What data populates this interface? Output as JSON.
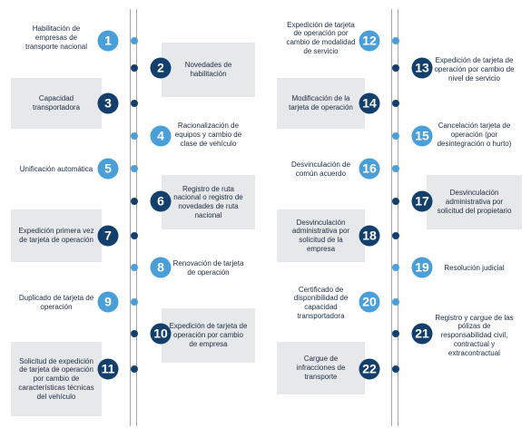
{
  "colors": {
    "light": "#4a9fd8",
    "dark": "#123f6b",
    "gray_box": "#e7e8ea",
    "line": "#a3a7ad"
  },
  "steps": [
    {
      "num": "1",
      "text": "Habilitación de empresas de transporte nacional",
      "tone": "light"
    },
    {
      "num": "2",
      "text": "Novedades de habilitación",
      "tone": "dark"
    },
    {
      "num": "3",
      "text": "Capacidad transportadora",
      "tone": "dark"
    },
    {
      "num": "4",
      "text": "Racionalización de equipos y cambio de clase de vehículo",
      "tone": "light"
    },
    {
      "num": "5",
      "text": "Unificación automática",
      "tone": "light"
    },
    {
      "num": "6",
      "text": "Registro de ruta nacional o registro de novedades de ruta nacional",
      "tone": "dark"
    },
    {
      "num": "7",
      "text": "Expedición primera vez de tarjeta de operación",
      "tone": "dark"
    },
    {
      "num": "8",
      "text": "Renovación de tarjeta de operación",
      "tone": "light"
    },
    {
      "num": "9",
      "text": "Duplicado de tarjeta de operación",
      "tone": "light"
    },
    {
      "num": "10",
      "text": "Expedición de tarjeta de operación por cambio de empresa",
      "tone": "dark"
    },
    {
      "num": "11",
      "text": "Solicitud de expedición de tarjeta de operación por cambio de características técnicas del vehículo",
      "tone": "dark"
    },
    {
      "num": "12",
      "text": "Expedición de tarjeta de operación por cambio de modalidad de servicio",
      "tone": "light"
    },
    {
      "num": "13",
      "text": "Expedición de tarjeta de operación por cambio de nivel de servicio",
      "tone": "dark"
    },
    {
      "num": "14",
      "text": "Modificación de la tarjeta de operación",
      "tone": "dark"
    },
    {
      "num": "15",
      "text": "Cancelación tarjeta de operación (por desintegración o hurto)",
      "tone": "light"
    },
    {
      "num": "16",
      "text": "Desvinculación de común acuerdo",
      "tone": "light"
    },
    {
      "num": "17",
      "text": "Desvinculación administrativa por solicitud del propietario",
      "tone": "dark"
    },
    {
      "num": "18",
      "text": "Desvinculación administrativa por solicitud de la empresa",
      "tone": "dark"
    },
    {
      "num": "19",
      "text": "Resolución judicial",
      "tone": "light"
    },
    {
      "num": "20",
      "text": "Certificado de disponibilidad de capacidad transportadora",
      "tone": "light"
    },
    {
      "num": "21",
      "text": "Registro y cargue de las pólizas de responsabilidad civil, contractual y extracontractual",
      "tone": "dark"
    },
    {
      "num": "22",
      "text": "Cargue de infracciones de transporte",
      "tone": "dark"
    }
  ]
}
